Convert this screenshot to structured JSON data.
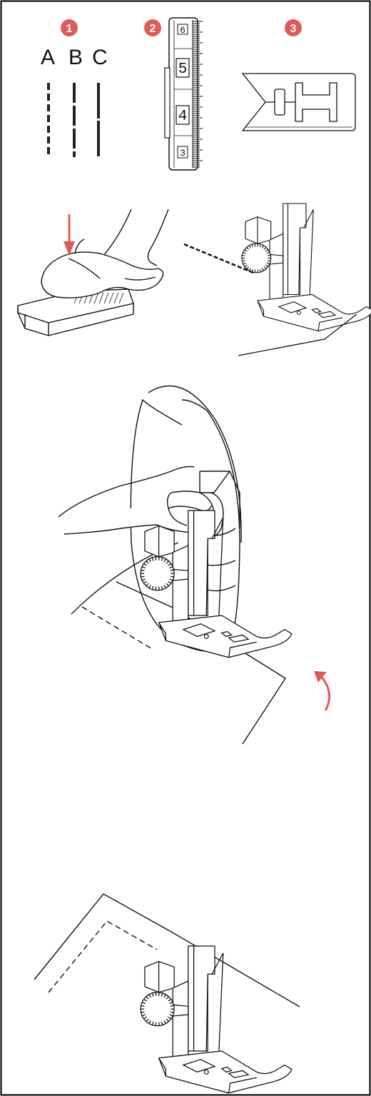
{
  "badges": [
    "1",
    "2",
    "3"
  ],
  "stitch_letters": [
    "A",
    "B",
    "C"
  ],
  "length_dial": {
    "numbers": [
      "6",
      "5",
      "4",
      "3"
    ]
  },
  "colors": {
    "accent": "#e05a57",
    "line": "#111111",
    "border": "#000000",
    "background": "#ffffff"
  },
  "icons": {
    "step_badge": "numbered-circle-icon",
    "direction": "arrow-down-icon",
    "pivot": "curved-arrow-icon"
  }
}
